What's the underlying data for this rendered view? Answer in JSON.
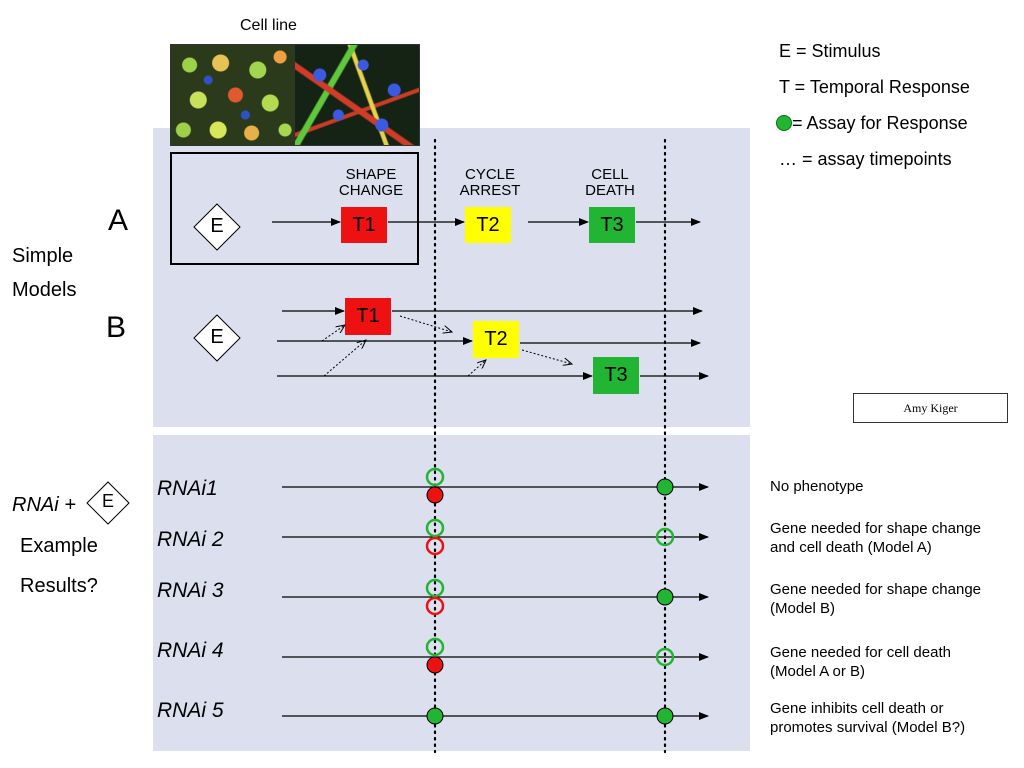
{
  "header": {
    "cell_line_label": "Cell line"
  },
  "legend": {
    "e_line": "E = Stimulus",
    "t_line": "T = Temporal Response",
    "assay_line": "= Assay for Response",
    "timepoints_line": "… = assay timepoints",
    "assay_color": "#22b533"
  },
  "colors": {
    "t1": "#ee1111",
    "t2": "#ffff00",
    "t3": "#22b533",
    "panel": "#dcdfee"
  },
  "model_a": {
    "letter": "A",
    "stimulus": "E",
    "stages": [
      {
        "heading": "SHAPE\nCHANGE",
        "box": "T1"
      },
      {
        "heading": "CYCLE\nARREST",
        "box": "T2"
      },
      {
        "heading": "CELL\nDEATH",
        "box": "T3"
      }
    ]
  },
  "model_b": {
    "letter": "B",
    "stimulus": "E",
    "boxes": [
      "T1",
      "T2",
      "T3"
    ]
  },
  "simple_models": {
    "line1": "Simple",
    "line2": "Models"
  },
  "credit": "Amy Kiger",
  "rnai_section": {
    "prefix": "RNAi +",
    "stimulus": "E",
    "line2": "Example",
    "line3": "Results?"
  },
  "rows": [
    {
      "label": "RNAi1",
      "result": "No phenotype"
    },
    {
      "label": "RNAi 2",
      "result": "Gene needed for shape change\nand cell death (Model A)"
    },
    {
      "label": "RNAi 3",
      "result": "Gene needed for shape change\n(Model B)"
    },
    {
      "label": "RNAi 4",
      "result": "Gene needed for cell death\n(Model A or B)"
    },
    {
      "label": "RNAi 5",
      "result": "Gene inhibits cell death or\npromotes survival (Model B?)"
    }
  ]
}
